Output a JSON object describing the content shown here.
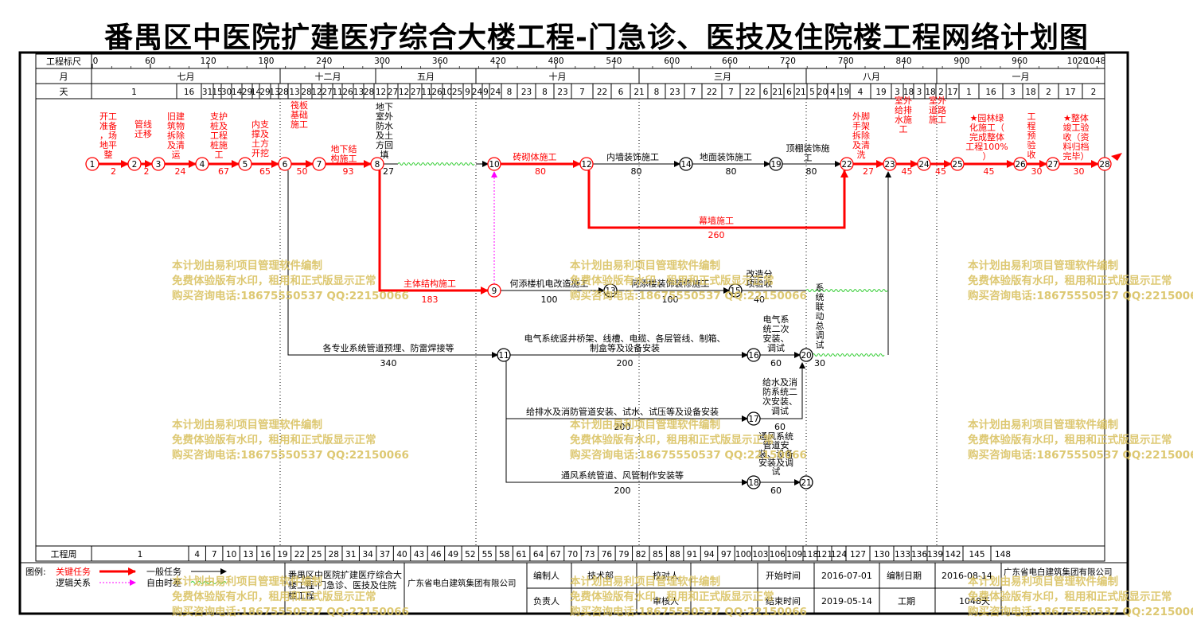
{
  "title": "番禺区中医院扩建医疗综合大楼工程-门急诊、医技及住院楼工程网络计划图",
  "scale": {
    "label": "工程标尺",
    "ticks": [
      "0",
      "60",
      "120",
      "180",
      "240",
      "300",
      "360",
      "420",
      "480",
      "540",
      "600",
      "660",
      "720",
      "780",
      "840",
      "900",
      "960",
      "1020",
      "1048"
    ]
  },
  "months": {
    "label": "月",
    "items": [
      "七月",
      "十二月",
      "五月",
      "十月",
      "三月",
      "八月",
      "一月"
    ]
  },
  "days": {
    "label": "天",
    "items": [
      "1",
      "16",
      "31",
      "15",
      "30",
      "14",
      "29",
      "14",
      "29",
      "13",
      "28",
      "13",
      "28",
      "12",
      "27",
      "11",
      "26",
      "13",
      "28",
      "12",
      "27",
      "12",
      "27",
      "11",
      "26",
      "10",
      "25",
      "9",
      "24",
      "9",
      "24",
      "8",
      "23",
      "8",
      "23",
      "7",
      "22",
      "6",
      "21",
      "8",
      "23",
      "7",
      "22",
      "7",
      "22",
      "6",
      "21",
      "6",
      "21",
      "5",
      "20",
      "4",
      "19",
      "4",
      "19",
      "3",
      "18",
      "3",
      "18",
      "2",
      "17",
      "1",
      "16",
      "3",
      "18",
      "2",
      "17",
      "2"
    ]
  },
  "weeks": {
    "label": "工程周",
    "items": [
      "1",
      "4",
      "7",
      "10",
      "13",
      "16",
      "19",
      "22",
      "25",
      "28",
      "31",
      "34",
      "37",
      "40",
      "43",
      "46",
      "49",
      "52",
      "55",
      "58",
      "61",
      "64",
      "67",
      "70",
      "73",
      "76",
      "79",
      "82",
      "85",
      "88",
      "91",
      "94",
      "97",
      "100",
      "103",
      "106",
      "109",
      "118",
      "121",
      "124",
      "127",
      "130",
      "133",
      "136",
      "139",
      "142",
      "145",
      "148"
    ]
  },
  "nodes": [
    "1",
    "2",
    "3",
    "4",
    "5",
    "6",
    "7",
    "8",
    "9",
    "10",
    "11",
    "12",
    "13",
    "14",
    "15",
    "16",
    "17",
    "18",
    "19",
    "20",
    "21",
    "22",
    "23",
    "24",
    "25",
    "26",
    "27",
    "28"
  ],
  "tasks": {
    "t1": {
      "name": "开工准备，场地平整",
      "dur": "2"
    },
    "t2": {
      "name": "管线迁移",
      "dur": "2"
    },
    "t3": {
      "name": "旧建筑物拆除及清运",
      "dur": "24"
    },
    "t4": {
      "name": "支护桩及工程桩施工",
      "dur": "67"
    },
    "t5": {
      "name": "内支撑及土方开挖",
      "dur": "65"
    },
    "t6": {
      "name": "筏板基础施工",
      "dur": "50"
    },
    "t7": {
      "name": "地下结构施工",
      "dur": "93"
    },
    "t8": {
      "name": "地下室外防水及土方回填",
      "dur": "27"
    },
    "t9": {
      "name": "砖砌体施工",
      "dur": "80"
    },
    "t10": {
      "name": "内墙装饰施工",
      "dur": "80"
    },
    "t11": {
      "name": "地面装饰施工",
      "dur": "80"
    },
    "t12": {
      "name": "顶棚装饰施工",
      "dur": "80"
    },
    "t13": {
      "name": "外脚手架拆除及清洗",
      "dur": "27"
    },
    "t14": {
      "name": "室外给排水施工",
      "dur": "45"
    },
    "t15": {
      "name": "室外道路施工",
      "dur": "45"
    },
    "t16": {
      "name": "★园林绿化施工（完成整体工程100%）",
      "dur": "45"
    },
    "t17": {
      "name": "工程预验收",
      "dur": "30"
    },
    "t18": {
      "name": "★整体竣工验收（资料归档完毕）",
      "dur": "30"
    },
    "t19": {
      "name": "幕墙施工",
      "dur": "260"
    },
    "t20": {
      "name": "主体结构施工",
      "dur": "183"
    },
    "t21": {
      "name": "何添楼机电改造施工",
      "dur": "100"
    },
    "t22": {
      "name": "何添楼装饰装修施工",
      "dur": "100"
    },
    "t23": {
      "name": "改造分项验收",
      "dur": "40"
    },
    "t24": {
      "name": "系统联动总调试",
      "dur": "30"
    },
    "t25": {
      "name": "各专业系统管道预埋、防雷焊接等",
      "dur": "340"
    },
    "t26": {
      "name": "电气系统竖井桥架、线槽、电缆、各层管线、制箱、制盒等及设备安装",
      "dur": "200"
    },
    "t27": {
      "name": "电气系统二次安装、调试",
      "dur": "60"
    },
    "t28": {
      "name": "给排水及消防管道安装、试水、试压等及设备安装",
      "dur": "200"
    },
    "t29": {
      "name": "给水及消防系统二次安装、调试",
      "dur": "60"
    },
    "t30": {
      "name": "通风系统管道、风管制作安装等",
      "dur": "200"
    },
    "t31": {
      "name": "通风系统管道安装、设备安装及调试",
      "dur": "60"
    }
  },
  "legend": {
    "label": "图例:",
    "critical": "关键任务",
    "logic": "逻辑关系",
    "normal": "一般任务",
    "free": "自由时差"
  },
  "footer": {
    "project": "番禺区中医院扩建医疗综合大楼工程-门急诊、医技及住院楼工程",
    "company": "广东省电白建筑集团有限公司",
    "compiler": "编制人",
    "tech": "技术部",
    "checker": "校对人",
    "leader": "负责人",
    "reviewer": "审核人",
    "start_label": "开始时间",
    "start_value": "2016-07-01",
    "end_label": "结束时间",
    "end_value": "2019-05-14",
    "date_label": "编制日期",
    "date_value": "2016-08-14",
    "period_label": "工期",
    "period_value": "1048天",
    "company2": "广东省电白建筑集团有限公司"
  },
  "watermark": {
    "line1": "本计划由易利项目管理软件编制",
    "line2": "免费体验版有水印，租用和正式版显示正常",
    "line3": "购买咨询电话:18675550537 QQ:22150066"
  },
  "colors": {
    "critical": "#ff0000",
    "normal": "#000000",
    "free_float": "#ff00ff",
    "wave": "#33cc33",
    "watermark": "#d8bf5a"
  }
}
